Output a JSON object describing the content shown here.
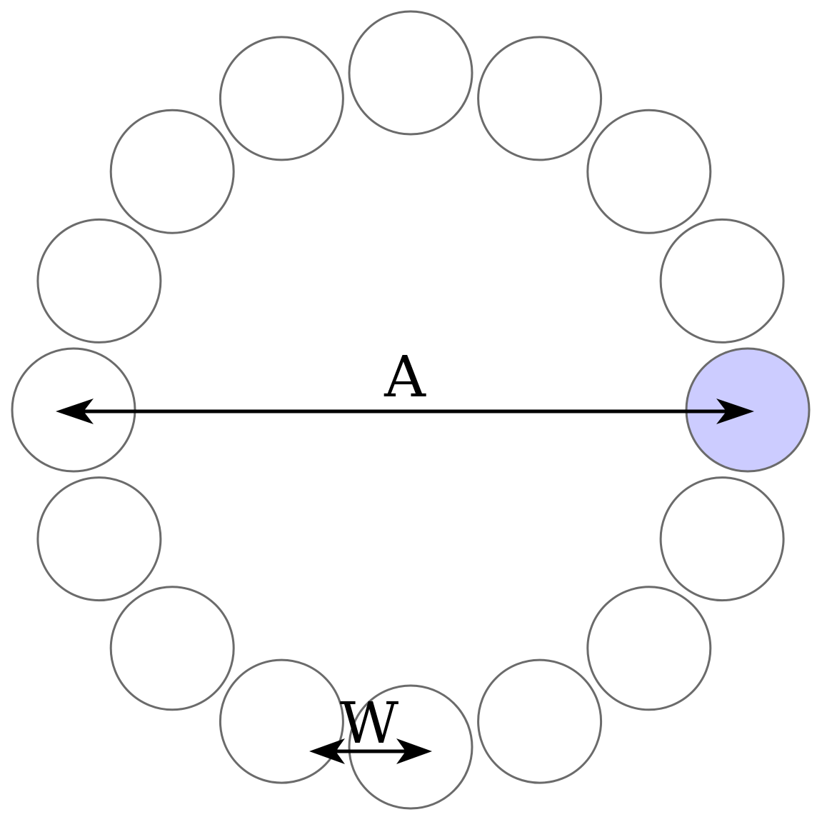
{
  "diagram": {
    "target_count": 16,
    "highlighted_target_index": 0,
    "colors": {
      "target_fill": "#ffffff",
      "target_stroke": "#6b6b6b",
      "highlight_fill": "#ccccff",
      "arrow": "#000000"
    },
    "amplitude": {
      "label": "A"
    },
    "width": {
      "label": "W"
    }
  }
}
